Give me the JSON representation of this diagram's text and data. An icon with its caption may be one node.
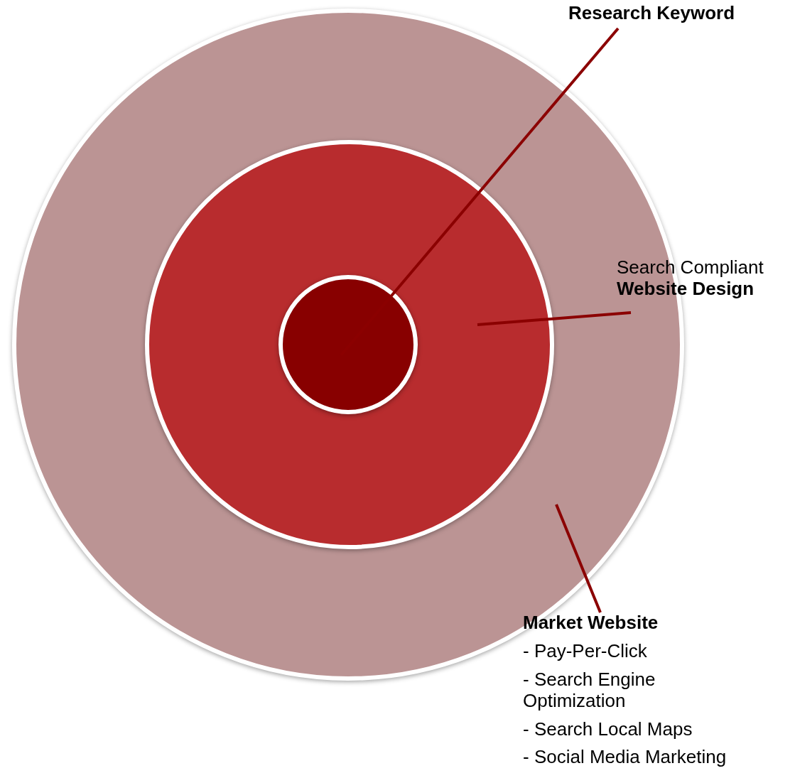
{
  "diagram": {
    "nodes": [
      {
        "text": [],
        "shape": "circle"
      },
      {
        "text": [],
        "shape": "circle",
        "in": 0
      },
      {
        "text": [],
        "shape": "circle",
        "in": 1
      },
      {
        "text": [
          "Research Keyword"
        ]
      },
      {
        "text": [
          "Search Compliant **Website Design**"
        ]
      },
      {
        "text": [
          "Market Website",
          "- Pay-Per-Click",
          "- Search Engine Optimization",
          "- Search Local Maps",
          "- Social Media Marketing"
        ]
      }
    ],
    "edges": [
      {
        "from": 3,
        "to": 2,
        "arrow": "none"
      },
      {
        "from": 4,
        "to": 1,
        "arrow": "none"
      },
      {
        "from": 5,
        "to": 0,
        "arrow": "none"
      }
    ]
  }
}
